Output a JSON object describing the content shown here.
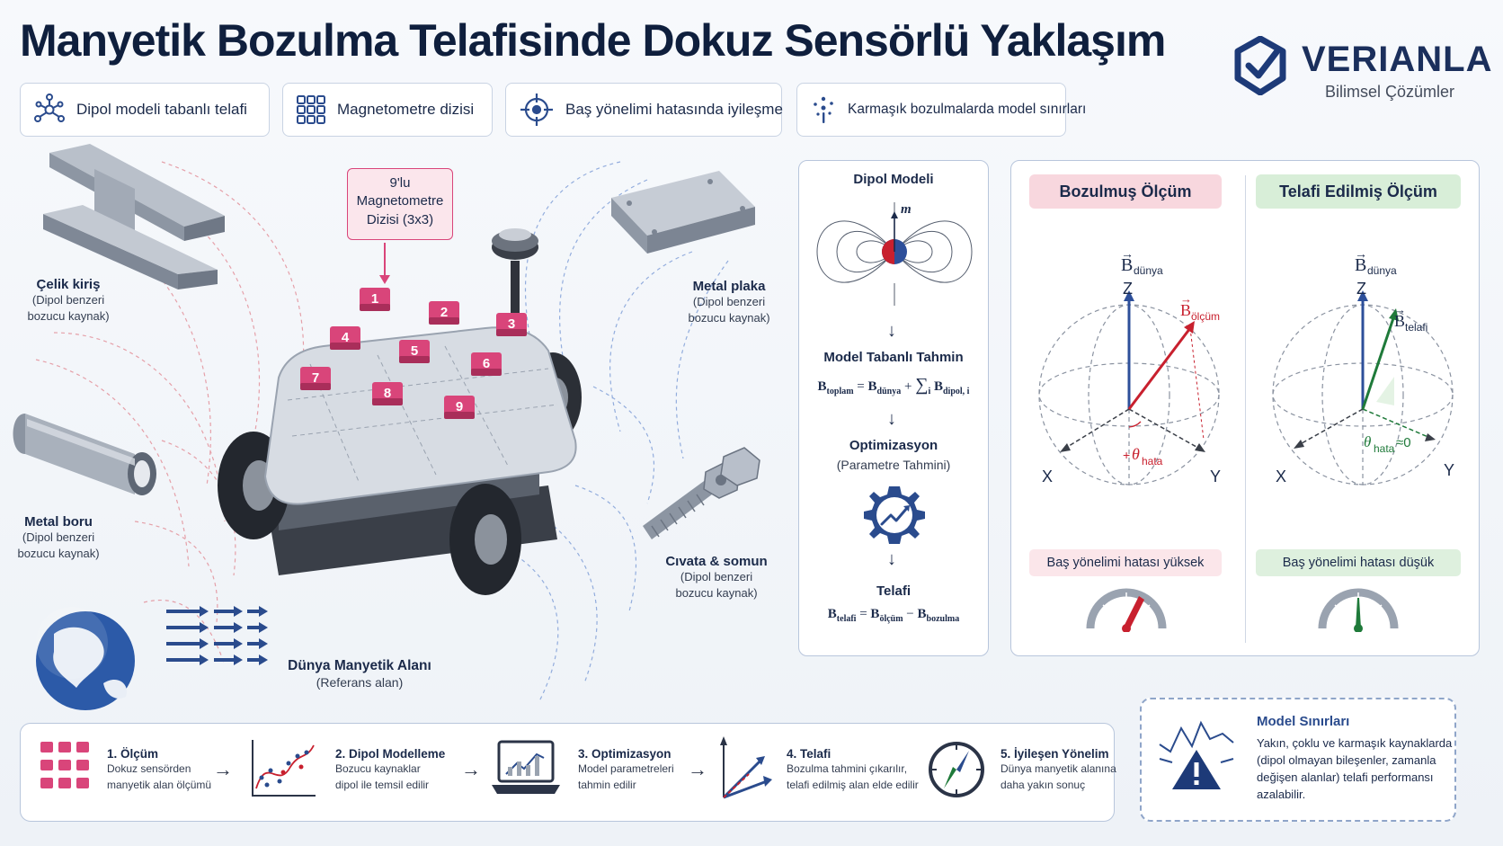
{
  "title": "Manyetik Bozulma Telafisinde Dokuz Sensörlü Yaklaşım",
  "brand": {
    "name": "VERIANLA",
    "subtitle": "Bilimsel Çözümler"
  },
  "pills": [
    {
      "label": "Dipol modeli tabanlı telafi",
      "icon": "molecule-icon"
    },
    {
      "label": "Magnetometre dizisi",
      "icon": "grid-icon"
    },
    {
      "label": "Baş yönelimi hatasında iyileşme",
      "icon": "target-icon"
    },
    {
      "label": "Karmaşık bozulmalarda model sınırları",
      "icon": "scatter-icon"
    }
  ],
  "sources": {
    "steel_beam": {
      "name": "Çelik kiriş",
      "desc1": "(Dipol benzeri",
      "desc2": "bozucu kaynak)"
    },
    "metal_plate": {
      "name": "Metal plaka",
      "desc1": "(Dipol benzeri",
      "desc2": "bozucu kaynak)"
    },
    "metal_pipe": {
      "name": "Metal boru",
      "desc1": "(Dipol benzeri",
      "desc2": "bozucu kaynak)"
    },
    "bolt_nut": {
      "name": "Cıvata & somun",
      "desc1": "(Dipol benzeri",
      "desc2": "bozucu kaynak)"
    }
  },
  "array_callout": {
    "line1": "9'lu",
    "line2": "Magnetometre",
    "line3": "Dizisi (3x3)"
  },
  "sensors": [
    "1",
    "2",
    "3",
    "4",
    "5",
    "6",
    "7",
    "8",
    "9"
  ],
  "earth": {
    "name": "Dünya Manyetik Alanı",
    "desc": "(Referans alan)"
  },
  "dipole_panel": {
    "title": "Dipol Modeli",
    "moment": "m",
    "step1": "Model Tabanlı Tahmin",
    "eq1": {
      "lhs": "B",
      "lhs_sub": "toplam",
      "t1": "B",
      "t1_sub": "dünya",
      "sum_sub": "i",
      "t2": "B",
      "t2_sub": "dipol, i"
    },
    "step2": "Optimizasyon",
    "step2_sub": "(Parametre Tahmini)",
    "step3": "Telafi",
    "eq2": {
      "lhs": "B",
      "lhs_sub": "telafi",
      "t1": "B",
      "t1_sub": "ölçüm",
      "t2": "B",
      "t2_sub": "bozulma"
    }
  },
  "compare": {
    "left": {
      "title": "Bozulmuş Ölçüm",
      "world_vec": "B",
      "world_sub": "dünya",
      "meas_vec": "B",
      "meas_sub": "ölçüm",
      "err": "θ",
      "err_sub": "hata",
      "note": "Baş yönelimi hatası yüksek",
      "axes": {
        "z": "Z",
        "x": "X",
        "y": "Y"
      }
    },
    "right": {
      "title": "Telafi Edilmiş Ölçüm",
      "world_vec": "B",
      "world_sub": "dünya",
      "meas_vec": "B",
      "meas_sub": "telafi",
      "err": "θ",
      "err_sub": "hata",
      "err_suffix": "≈0",
      "note": "Baş yönelimi hatası düşük",
      "axes": {
        "z": "Z",
        "x": "X",
        "y": "Y"
      }
    },
    "colors": {
      "bad": "#c8202e",
      "good": "#1f7a3a",
      "world": "#2d4f9a"
    }
  },
  "steps": [
    {
      "title": "1. Ölçüm",
      "l1": "Dokuz sensörden",
      "l2": "manyetik alan ölçümü"
    },
    {
      "title": "2. Dipol Modelleme",
      "l1": "Bozucu kaynaklar",
      "l2": "dipol ile temsil edilir"
    },
    {
      "title": "3. Optimizasyon",
      "l1": "Model parametreleri",
      "l2": "tahmin edilir"
    },
    {
      "title": "4. Telafi",
      "l1": "Bozulma tahmini çıkarılır,",
      "l2": "telafi edilmiş alan elde edilir"
    },
    {
      "title": "5. İyileşen Yönelim",
      "l1": "Dünya manyetik alanına",
      "l2": "daha yakın sonuç"
    }
  ],
  "limits": {
    "title": "Model Sınırları",
    "l1": "Yakın, çoklu ve karmaşık kaynaklarda",
    "l2": "(dipol olmayan bileşenler, zamanla",
    "l3": "değişen alanlar) telafi performansı",
    "l4": "azalabilir."
  }
}
